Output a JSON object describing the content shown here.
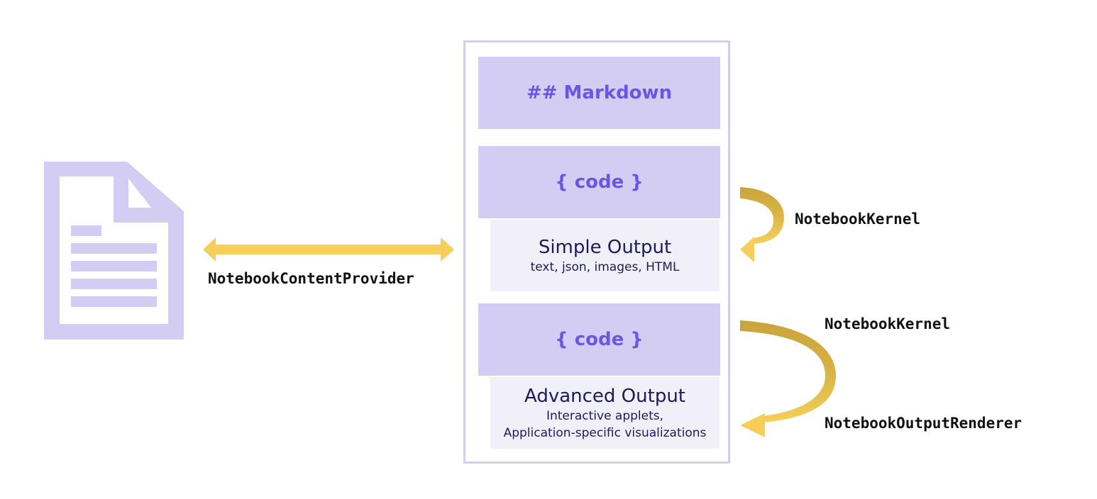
{
  "notebook": {
    "markdown_cell": "## Markdown",
    "code_cell_1": "{ code }",
    "simple_output": {
      "title": "Simple Output",
      "subtitle": "text, json, images, HTML"
    },
    "code_cell_2": "{ code }",
    "advanced_output": {
      "title": "Advanced Output",
      "subtitle_line1": "Interactive applets,",
      "subtitle_line2": "Application-specific visualizations"
    }
  },
  "labels": {
    "content_provider": "NotebookContentProvider",
    "kernel_1": "NotebookKernel",
    "kernel_2": "NotebookKernel",
    "output_renderer": "NotebookOutputRenderer"
  },
  "colors": {
    "lavender": "#d4cdf3",
    "purple_text": "#6a55e6",
    "arrow_yellow": "#f5cf5a",
    "arrow_dark": "#c9a43c",
    "output_bg": "#f1f0f8",
    "navy_text": "#1c1a5c"
  },
  "icons": {
    "document": "document-icon"
  }
}
